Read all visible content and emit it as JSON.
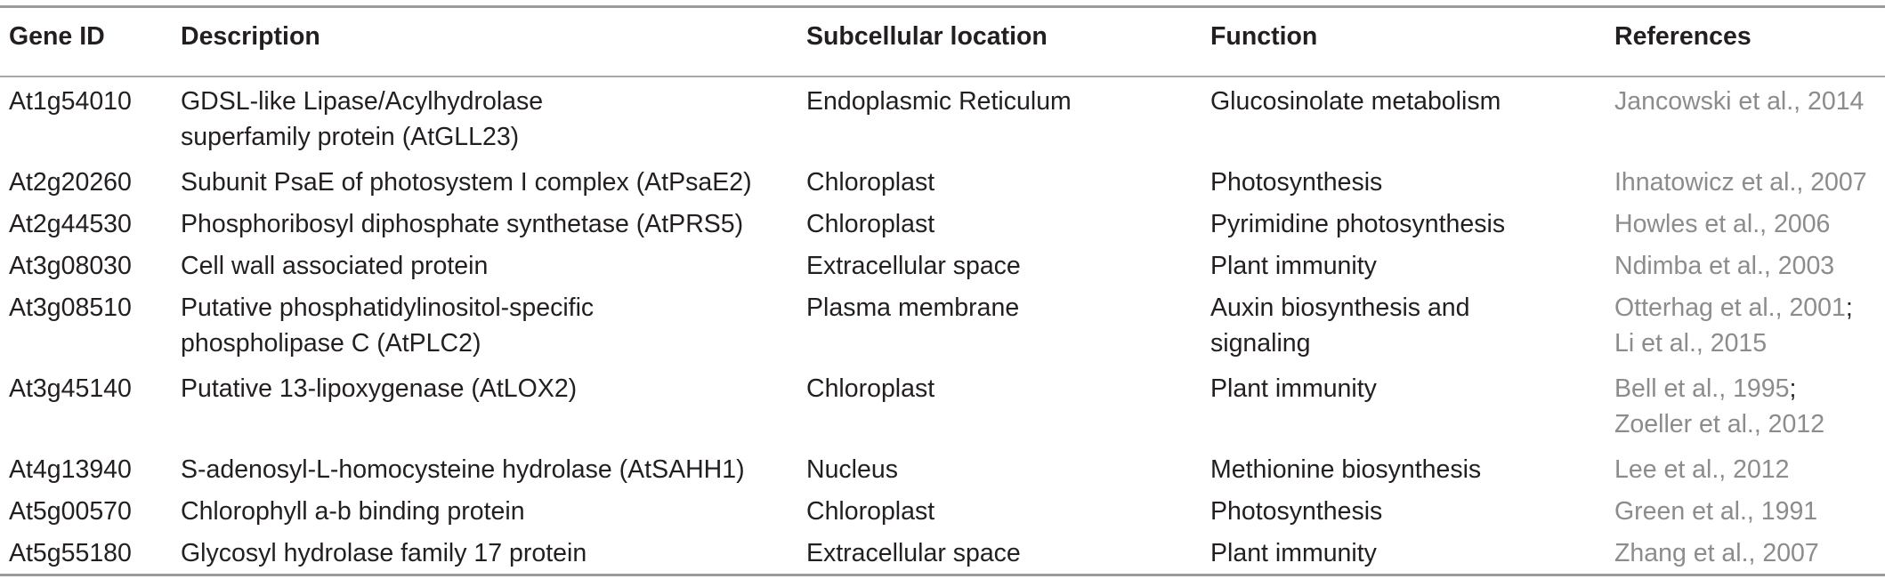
{
  "table": {
    "headers": [
      "Gene ID",
      "Description",
      "Subcellular location",
      "Function",
      "References"
    ],
    "rows": [
      {
        "gene_id": "At1g54010",
        "description": [
          "GDSL-like Lipase/Acylhydrolase",
          "superfamily protein (AtGLL23)"
        ],
        "location": "Endoplasmic Reticulum",
        "function": [
          "Glucosinolate metabolism"
        ],
        "references": [
          "Jancowski et al., 2014"
        ]
      },
      {
        "gene_id": "At2g20260",
        "description": [
          "Subunit PsaE of photosystem I complex (AtPsaE2)"
        ],
        "location": "Chloroplast",
        "function": [
          "Photosynthesis"
        ],
        "references": [
          "Ihnatowicz et al., 2007"
        ]
      },
      {
        "gene_id": "At2g44530",
        "description": [
          "Phosphoribosyl diphosphate synthetase (AtPRS5)"
        ],
        "location": "Chloroplast",
        "function": [
          "Pyrimidine photosynthesis"
        ],
        "references": [
          "Howles et al., 2006"
        ]
      },
      {
        "gene_id": "At3g08030",
        "description": [
          "Cell wall associated protein"
        ],
        "location": "Extracellular space",
        "function": [
          "Plant immunity"
        ],
        "references": [
          "Ndimba et al., 2003"
        ]
      },
      {
        "gene_id": "At3g08510",
        "description": [
          "Putative phosphatidylinositol-specific",
          "phospholipase C (AtPLC2)"
        ],
        "location": "Plasma membrane",
        "function": [
          "Auxin biosynthesis and",
          "signaling"
        ],
        "references": [
          "Otterhag et al., 2001",
          "Li et al., 2015"
        ]
      },
      {
        "gene_id": "At3g45140",
        "description": [
          "Putative 13-lipoxygenase (AtLOX2)"
        ],
        "location": "Chloroplast",
        "function": [
          "Plant immunity"
        ],
        "references": [
          "Bell et al., 1995",
          "Zoeller et al., 2012"
        ]
      },
      {
        "gene_id": "At4g13940",
        "description": [
          "S-adenosyl-L-homocysteine hydrolase (AtSAHH1)"
        ],
        "location": "Nucleus",
        "function": [
          "Methionine biosynthesis"
        ],
        "references": [
          "Lee et al., 2012"
        ]
      },
      {
        "gene_id": "At5g00570",
        "description": [
          "Chlorophyll a-b binding protein"
        ],
        "location": "Chloroplast",
        "function": [
          "Photosynthesis"
        ],
        "references": [
          "Green et al., 1991"
        ]
      },
      {
        "gene_id": "At5g55180",
        "description": [
          "Glycosyl hydrolase family 17 protein"
        ],
        "location": "Extracellular space",
        "function": [
          "Plant immunity"
        ],
        "references": [
          "Zhang et al., 2007"
        ]
      }
    ],
    "reference_separator": ";"
  },
  "colors": {
    "text": "#231f20",
    "reference_link": "#8c8c8c",
    "rule": "#9a9a9a"
  }
}
